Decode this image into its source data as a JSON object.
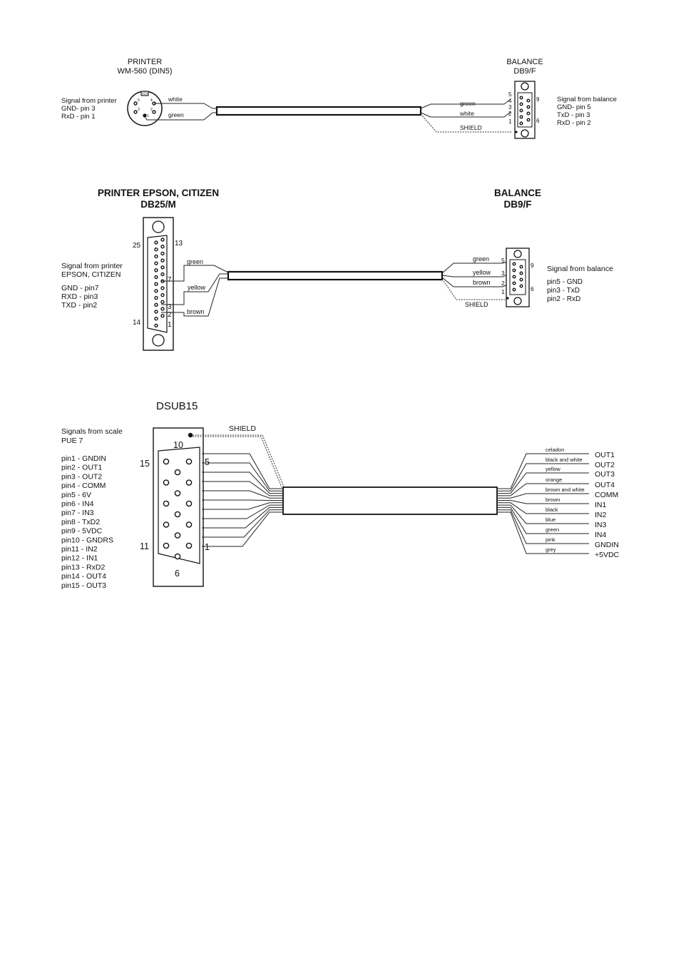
{
  "diagram1": {
    "left_title_1": "PRINTER",
    "left_title_2": "WM-560 (DIN5)",
    "right_title_1": "BALANCE",
    "right_title_2": "DB9/F",
    "left_signal_title": "Signal from printer",
    "left_signals": [
      "GND- pin 3",
      "RxD - pin 1"
    ],
    "right_signal_title": "Signal from balance",
    "right_signals": [
      "GND- pin 5",
      "TxD - pin 3",
      "RxD - pin 2"
    ],
    "left_wires": [
      "white",
      "green"
    ],
    "right_wires": [
      "green",
      "white"
    ],
    "shield": "SHIELD",
    "din_pins": [
      "5",
      "4",
      "3",
      "2",
      "1"
    ],
    "db9_left_pins": [
      "5",
      "4",
      "3",
      "2",
      "1"
    ],
    "db9_right_pins": [
      "9",
      "6"
    ]
  },
  "diagram2": {
    "left_title_1": "PRINTER EPSON, CITIZEN",
    "left_title_2": "DB25/M",
    "right_title_1": "BALANCE",
    "right_title_2": "DB9/F",
    "left_signal_title_1": "Signal from printer",
    "left_signal_title_2": "EPSON, CITIZEN",
    "left_signals": [
      "GND - pin7",
      "RXD - pin3",
      "TXD - pin2"
    ],
    "right_signal_title": "Signal from balance",
    "right_signals": [
      "pin5 - GND",
      "pin3 - TxD",
      "pin2 - RxD"
    ],
    "left_wires": [
      "green",
      "yellow",
      "brown"
    ],
    "right_wires": [
      "green",
      "yellow",
      "brown"
    ],
    "shield": "SHIELD",
    "db25_pins": [
      "25",
      "13",
      "7",
      "3",
      "2",
      "14",
      "1"
    ],
    "db9_left_pins": [
      "5",
      "3",
      "2",
      "1"
    ],
    "db9_right_pins": [
      "9",
      "6"
    ]
  },
  "diagram3": {
    "title": "DSUB15",
    "signal_title_1": "Signals from scale",
    "signal_title_2": "PUE 7",
    "pins": [
      "pin1 - GNDIN",
      "pin2 - OUT1",
      "pin3 - OUT2",
      "pin4 - COMM",
      "pin5 - 6V",
      "pin6 - IN4",
      "pin7 - IN3",
      "pin8 - TxD2",
      "pin9 - 5VDC",
      "pin10 - GNDRS",
      "pin11 - IN2",
      "pin12 - IN1",
      "pin13 - RxD2",
      "pin14 - OUT4",
      "pin15 - OUT3"
    ],
    "shield": "SHIELD",
    "connector_labels": [
      "10",
      "15",
      "5",
      "11",
      "1",
      "6"
    ],
    "wire_colors": [
      "celadon",
      "black and white",
      "yellow",
      "orange",
      "brown and white",
      "brown",
      "black",
      "blue",
      "green",
      "pink",
      "grey"
    ],
    "outputs": [
      "OUT1",
      "OUT2",
      "OUT3",
      "OUT4",
      "COMM",
      "IN1",
      "IN2",
      "IN3",
      "IN4",
      "GNDIN",
      "+5VDC"
    ]
  }
}
